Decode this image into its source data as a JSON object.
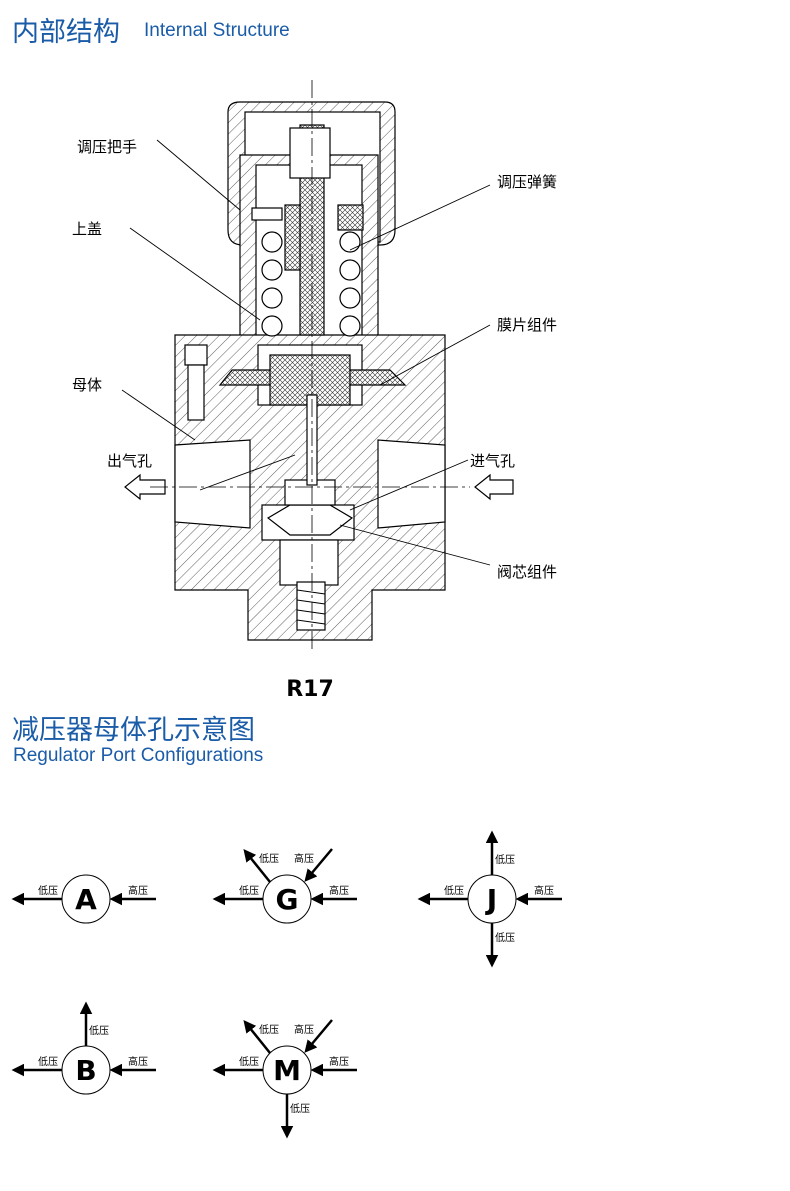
{
  "section1": {
    "title_cn": "内部结构",
    "title_en": "Internal Structure"
  },
  "cross_section": {
    "model": "R17",
    "labels": {
      "handle": "调压把手",
      "bonnet": "上盖",
      "body": "母体",
      "outlet": "出气孔",
      "spring": "调压弹簧",
      "diaphragm": "膜片组件",
      "inlet": "进气孔",
      "valve": "阀芯组件"
    }
  },
  "section2": {
    "title_cn": "减压器母体孔示意图",
    "title_en": "Regulator Port Configurations"
  },
  "ports": {
    "low": "低压",
    "high": "高压",
    "configs": [
      {
        "letter": "A",
        "ports": [
          "left-low",
          "right-high"
        ]
      },
      {
        "letter": "G",
        "ports": [
          "left-low",
          "right-high",
          "upleft-low",
          "upright-high"
        ]
      },
      {
        "letter": "J",
        "ports": [
          "left-low",
          "right-high",
          "up-low",
          "down-low"
        ]
      },
      {
        "letter": "B",
        "ports": [
          "left-low",
          "right-high",
          "up-low"
        ]
      },
      {
        "letter": "M",
        "ports": [
          "left-low",
          "right-high",
          "upleft-low",
          "upright-high",
          "down-low"
        ]
      }
    ]
  }
}
